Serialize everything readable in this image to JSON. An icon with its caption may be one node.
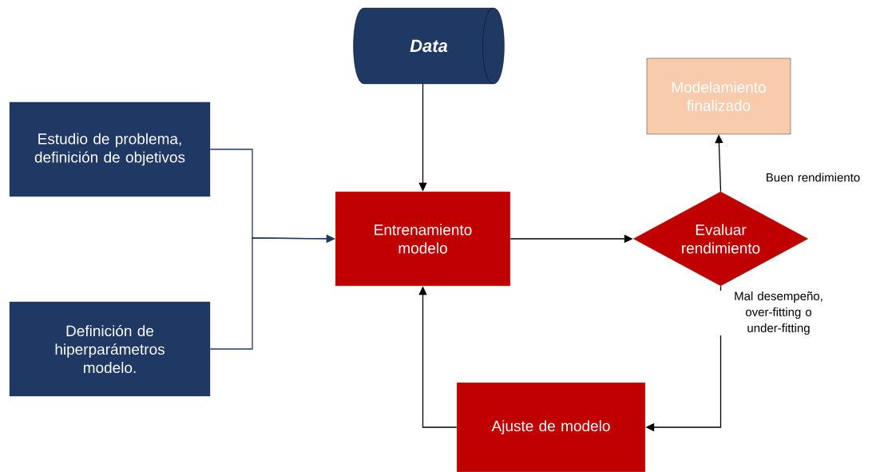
{
  "diagram": {
    "nodes": [
      {
        "text": [
          "Estudio de problema, definición de objetivos"
        ]
      },
      {
        "text": [
          "Definición de hiperparámetros modelo."
        ]
      },
      {
        "text": [
          "Data"
        ]
      },
      {
        "text": [
          "Entrenamiento modelo"
        ]
      },
      {
        "text": [
          "Modelamiento finalizado"
        ]
      },
      {
        "text": [
          "Evaluar rendimiento"
        ]
      },
      {
        "text": [
          "Ajuste de modelo"
        ]
      }
    ],
    "edges": [
      {
        "from": 0,
        "to": 3,
        "arrow": "to",
        "color": "#203864"
      },
      {
        "from": 1,
        "to": 3,
        "arrow": "to",
        "color": "#203864"
      },
      {
        "from": 2,
        "to": 3,
        "arrow": "to"
      },
      {
        "from": 3,
        "to": 5,
        "arrow": "to"
      },
      {
        "from": 5,
        "to": 4,
        "arrow": "to",
        "label": "Buen rendimiento"
      },
      {
        "from": 5,
        "to": 6,
        "arrow": "to",
        "label": "Mal desempeño, over-fitting o under-fitting"
      },
      {
        "from": 6,
        "to": 3,
        "arrow": "to"
      }
    ]
  }
}
